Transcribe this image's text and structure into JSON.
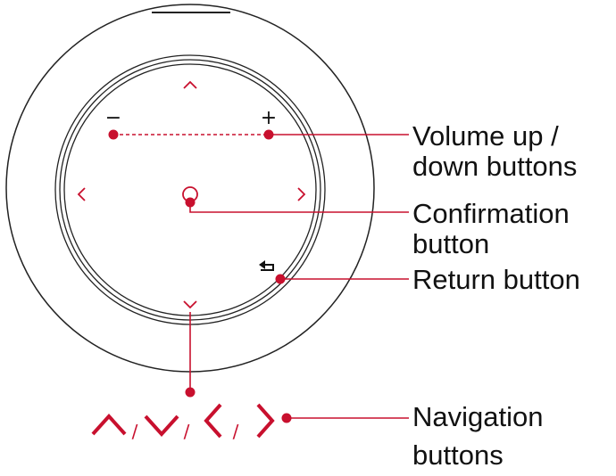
{
  "colors": {
    "accent": "#c8102e",
    "outline": "#222222",
    "text": "#111111",
    "background": "#ffffff"
  },
  "remote": {
    "minus_symbol": "−",
    "plus_symbol": "+",
    "icons": {
      "up": "chevron-up-icon",
      "down": "chevron-down-icon",
      "left": "chevron-left-icon",
      "right": "chevron-right-icon",
      "ok": "circle-ok-icon",
      "back": "return-arrow-icon"
    }
  },
  "labels": {
    "volume": [
      "Volume up /",
      "down buttons"
    ],
    "confirmation": [
      "Confirmation",
      "button"
    ],
    "return_label": "Return button",
    "navigation": [
      "Navigation",
      "buttons"
    ]
  },
  "navigation_row": {
    "separator": "/",
    "icons": [
      "chevron-up-icon",
      "chevron-down-icon",
      "chevron-left-icon",
      "chevron-right-icon"
    ]
  }
}
